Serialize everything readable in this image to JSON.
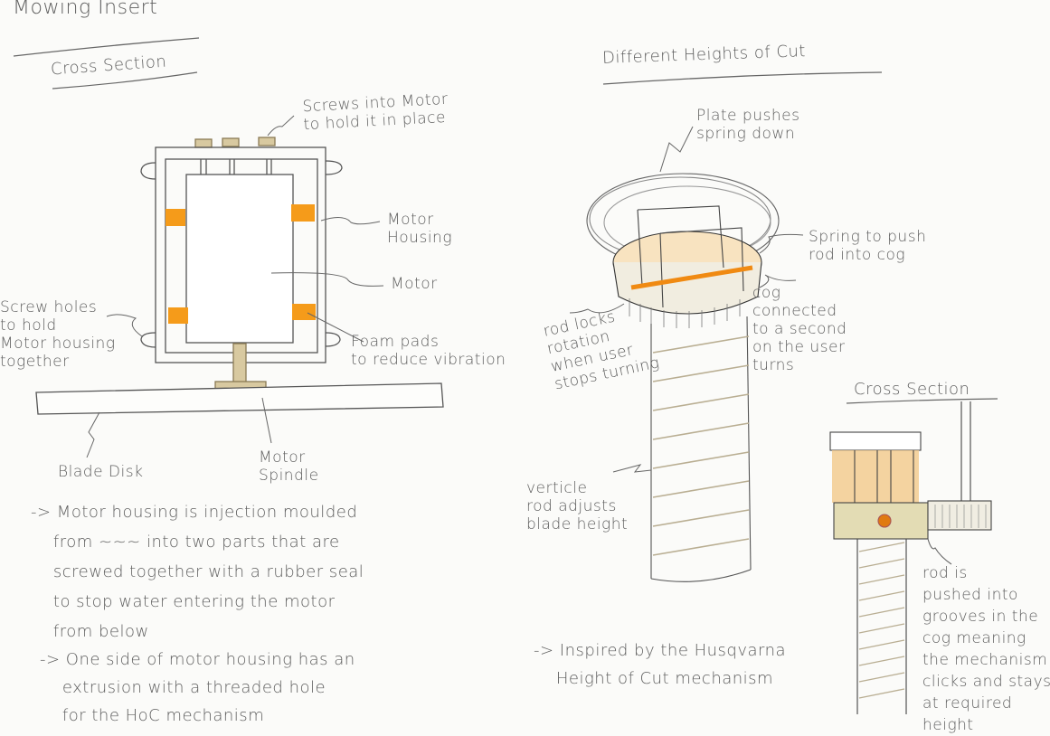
{
  "left_section": {
    "title": "Mowing Insert",
    "subtitle": "Cross Section",
    "labels": {
      "screws_into_motor": "Screws into Motor\nto hold it in place",
      "motor_housing": "Motor\nHousing",
      "motor": "Motor",
      "screw_holes": "Screw holes\nto hold\nMotor housing\ntogether",
      "foam_pads": "Foam pads\nto reduce vibration",
      "blade_disk": "Blade Disk",
      "motor_spindle": "Motor\nSpindle"
    },
    "notes": [
      "-> Motor housing is injection moulded\n    from ~~~ into two parts that are\n    screwed together with a rubber seal\n    to stop water entering the motor\n    from below",
      "-> One side of motor housing has an\n    extrusion with a threaded hole\n    for the HoC mechanism"
    ]
  },
  "right_section": {
    "title": "Different Heights of Cut",
    "labels": {
      "plate": "Plate pushes\nspring down",
      "spring": "Spring to push\nrod into cog",
      "cog": "cog\nconnected\nto a second\non the user\nturns",
      "rod_locks": "rod locks\nrotation\nwhen user\nstops turning",
      "vertical_rod": "verticle\nrod adjusts\nblade height"
    },
    "cross_section": {
      "title": "Cross Section",
      "label": "rod is\npushed into\ngrooves in the\ncog meaning\nthe mechanism\nclicks and stays\nat required\nheight"
    },
    "note": "-> Inspired by the Husqvarna\n    Height of Cut mechanism"
  },
  "colors": {
    "paper": "#fbfbf9",
    "pencil": "#5e5e5e",
    "orange": "#f59b1a",
    "tan": "#d8c9a0",
    "light_orange": "#f3c98a"
  }
}
